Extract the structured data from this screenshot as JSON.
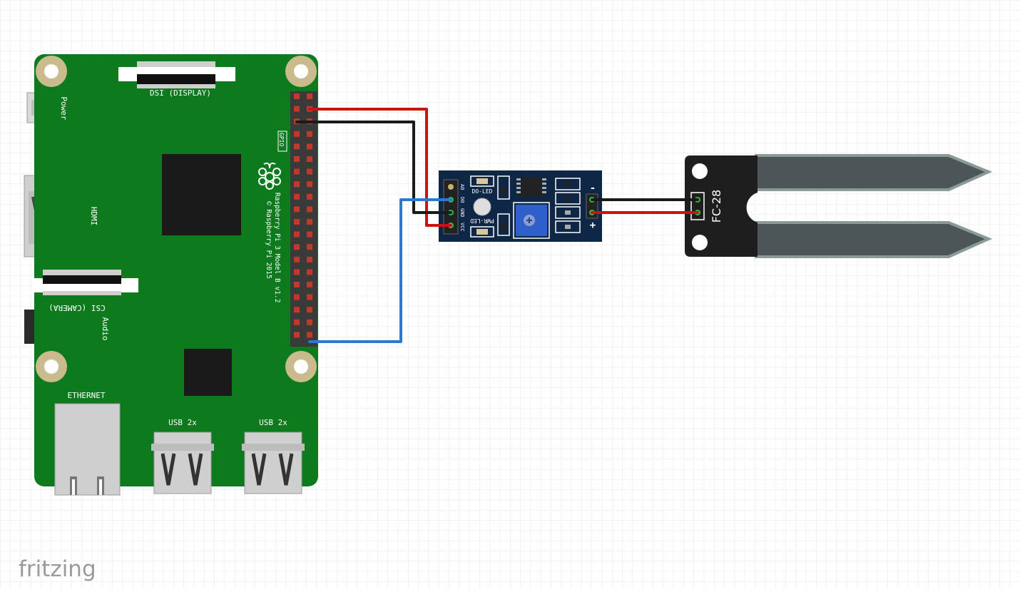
{
  "brand": "fritzing",
  "rpi": {
    "power_label": "Power",
    "hdmi_label": "HDMI",
    "dsi_label": "DSI (DISPLAY)",
    "csi_label": "CSI (CAMERA)",
    "audio_label": "Audio",
    "gpio_label": "GPIO",
    "ethernet_label": "ETHERNET",
    "usb_label_1": "USB 2x",
    "usb_label_2": "USB 2x",
    "model_line1": "Raspberry Pi 3 Model B v1.2",
    "model_line2": "© Raspberry Pi 2015"
  },
  "module": {
    "pins": [
      "AO",
      "DO",
      "GND",
      "VCC"
    ],
    "do_led_label": "DO-LED",
    "pwr_led_label": "PWR-LED",
    "minus_label": "-",
    "plus_label": "+"
  },
  "probe": {
    "label": "FC-28"
  },
  "colors": {
    "grid": "#e6e6e6",
    "board_green": "#0d7a1e",
    "module_blue": "#0f2747",
    "probe_black": "#1e1e1e",
    "probe_prong": "#4c5558",
    "wire_red": "#cc1111",
    "wire_black": "#1a1a1a",
    "wire_blue": "#2f78d0"
  }
}
